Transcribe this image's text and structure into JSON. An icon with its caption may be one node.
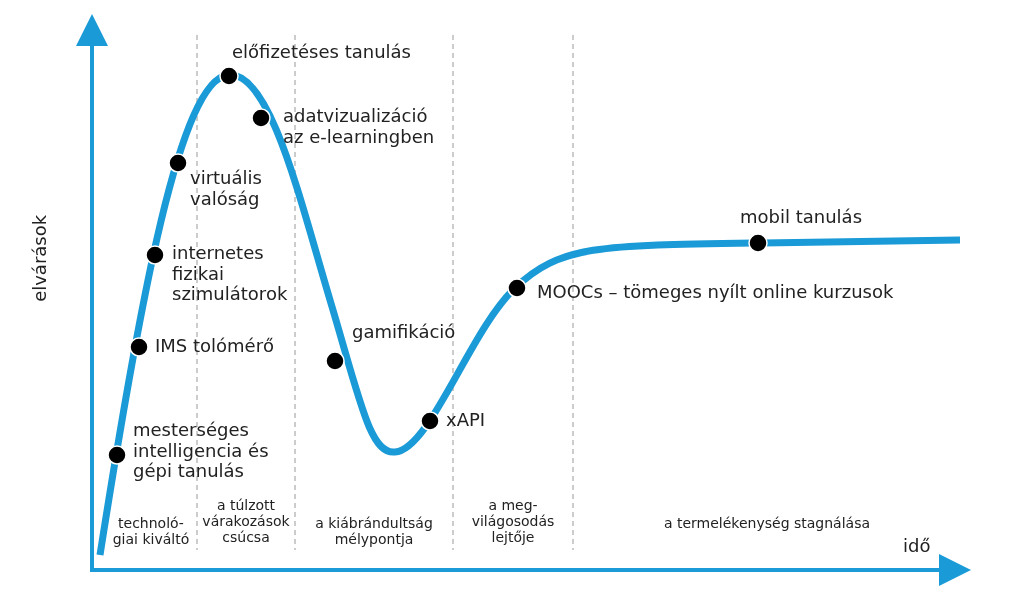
{
  "diagram": {
    "labels": [
      "mesterséges intelligencia és gépi tanulás",
      "IMS tolómérő",
      "internetes fizikai szimulátorok",
      "virtuális valóság",
      "előfizetéses tanulás",
      "adatvizualizáció az e-learningben",
      "gamifikáció",
      "xAPI",
      "MOOCs – tömeges nyílt online kurzusok",
      "mobil tanulás",
      "technoló- giai kiváltó",
      "a túlzott várakozások csúcsa",
      "a kiábrándultság mélypontja",
      "a meg- világosodás lejtője",
      "a termelékenység stagnálása",
      "elvárások",
      "idő"
    ]
  }
}
